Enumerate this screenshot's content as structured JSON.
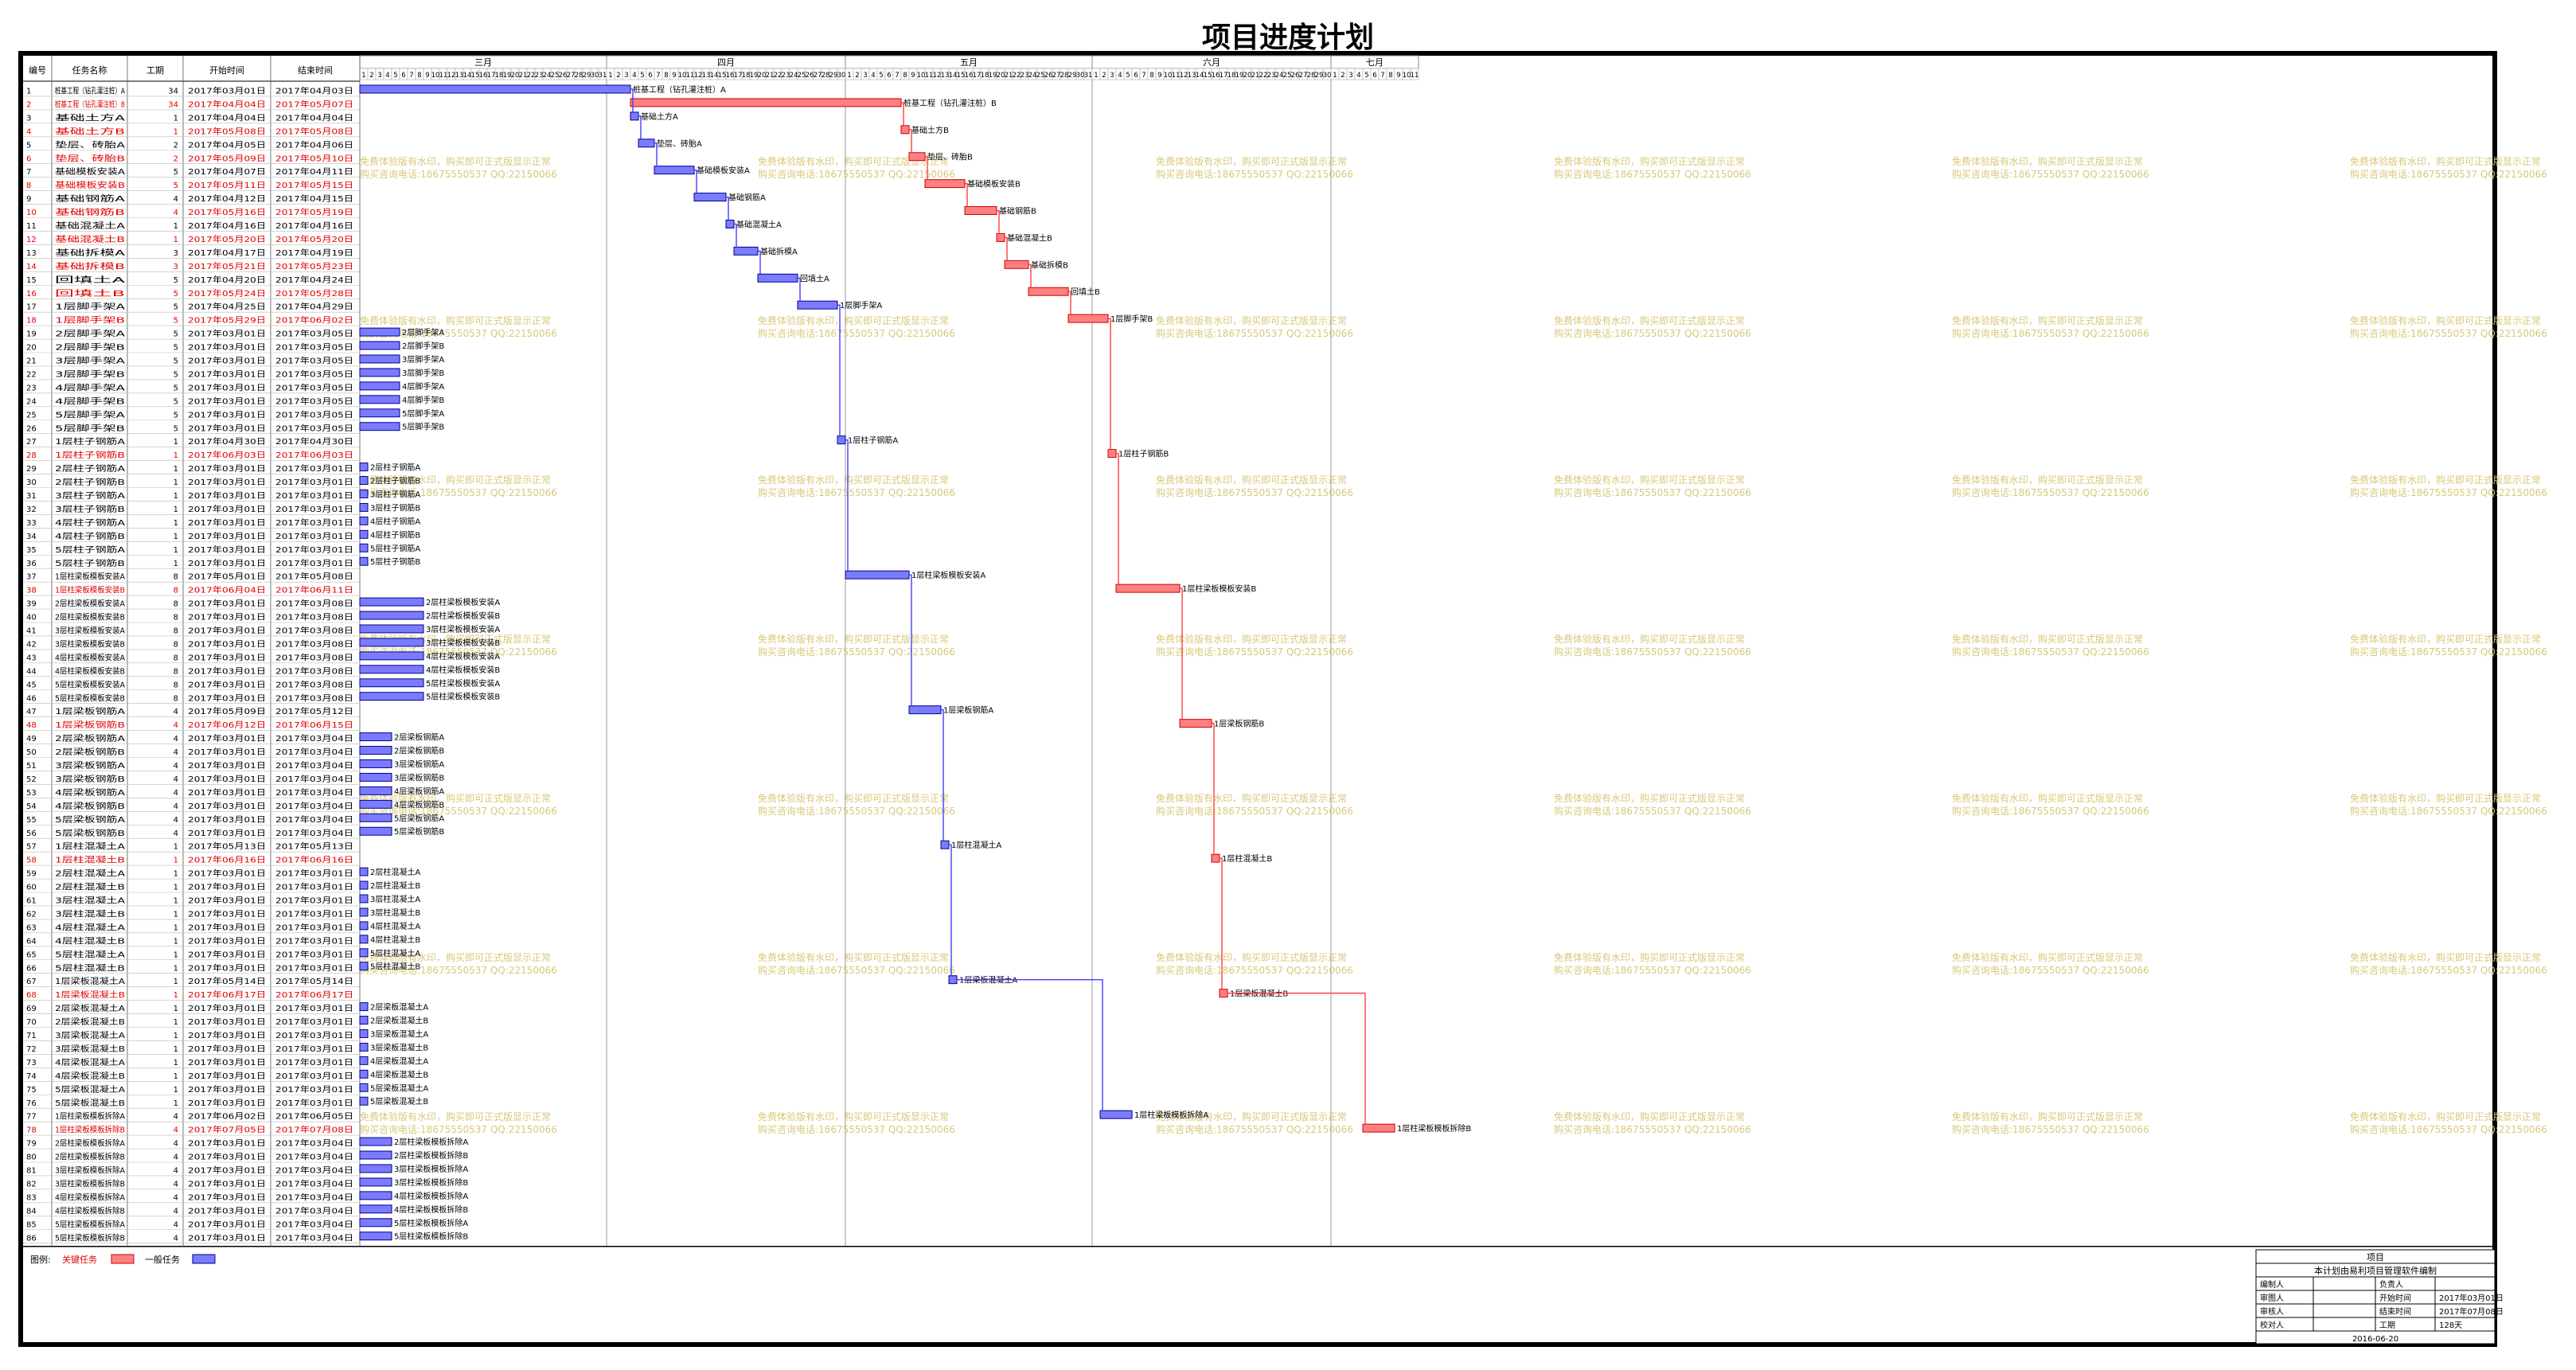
{
  "title": "项目进度计划",
  "columns": [
    "编号",
    "任务名称",
    "工期",
    "开始时间",
    "结束时间"
  ],
  "months": [
    {
      "label": "三月",
      "days": 31
    },
    {
      "label": "四月",
      "days": 30
    },
    {
      "label": "五月",
      "days": 31
    },
    {
      "label": "六月",
      "days": 30
    },
    {
      "label": "七月",
      "days": 11
    }
  ],
  "colors": {
    "critical": "#ff8080",
    "normal": "#7b7bff",
    "critical_text": "#e00000",
    "link_critical": "#ff4040",
    "link_normal": "#4040ff",
    "watermark": "#d9c87a",
    "grid": "#999999"
  },
  "watermark": {
    "line1": "免费体验版有水印，购买即可正式版显示正常",
    "line2": "购买咨询电话:18675550537 QQ:22150066"
  },
  "legend": {
    "label": "图例:",
    "critical": "关键任务",
    "normal": "一般任务"
  },
  "info": {
    "header": "项目",
    "subtitle": "本计划由易利项目管理软件编制",
    "rows": [
      [
        "编制人",
        "",
        "负责人",
        ""
      ],
      [
        "审图人",
        "",
        "开始时间",
        "2017年03月01日"
      ],
      [
        "审核人",
        "",
        "结束时间",
        "2017年07月08日"
      ],
      [
        "校对人",
        "",
        "工期",
        "128天"
      ]
    ],
    "date": "2016-06-20"
  },
  "chart_data": {
    "type": "gantt",
    "title": "项目进度计划",
    "x_range": [
      "2017-03-01",
      "2017-07-11"
    ],
    "tasks": [
      {
        "id": 1,
        "name": "桩基工程（钻孔灌注桩）A",
        "dur": 34,
        "start": "2017年03月01日",
        "end": "2017年04月03日",
        "crit": false
      },
      {
        "id": 2,
        "name": "桩基工程（钻孔灌注桩）B",
        "dur": 34,
        "start": "2017年04月04日",
        "end": "2017年05月07日",
        "crit": true
      },
      {
        "id": 3,
        "name": "基础土方A",
        "dur": 1,
        "start": "2017年04月04日",
        "end": "2017年04月04日",
        "crit": false
      },
      {
        "id": 4,
        "name": "基础土方B",
        "dur": 1,
        "start": "2017年05月08日",
        "end": "2017年05月08日",
        "crit": true
      },
      {
        "id": 5,
        "name": "垫层、砖胎A",
        "dur": 2,
        "start": "2017年04月05日",
        "end": "2017年04月06日",
        "crit": false
      },
      {
        "id": 6,
        "name": "垫层、砖胎B",
        "dur": 2,
        "start": "2017年05月09日",
        "end": "2017年05月10日",
        "crit": true
      },
      {
        "id": 7,
        "name": "基础模板安装A",
        "dur": 5,
        "start": "2017年04月07日",
        "end": "2017年04月11日",
        "crit": false
      },
      {
        "id": 8,
        "name": "基础模板安装B",
        "dur": 5,
        "start": "2017年05月11日",
        "end": "2017年05月15日",
        "crit": true
      },
      {
        "id": 9,
        "name": "基础钢筋A",
        "dur": 4,
        "start": "2017年04月12日",
        "end": "2017年04月15日",
        "crit": false
      },
      {
        "id": 10,
        "name": "基础钢筋B",
        "dur": 4,
        "start": "2017年05月16日",
        "end": "2017年05月19日",
        "crit": true
      },
      {
        "id": 11,
        "name": "基础混凝土A",
        "dur": 1,
        "start": "2017年04月16日",
        "end": "2017年04月16日",
        "crit": false
      },
      {
        "id": 12,
        "name": "基础混凝土B",
        "dur": 1,
        "start": "2017年05月20日",
        "end": "2017年05月20日",
        "crit": true
      },
      {
        "id": 13,
        "name": "基础拆模A",
        "dur": 3,
        "start": "2017年04月17日",
        "end": "2017年04月19日",
        "crit": false
      },
      {
        "id": 14,
        "name": "基础拆模B",
        "dur": 3,
        "start": "2017年05月21日",
        "end": "2017年05月23日",
        "crit": true
      },
      {
        "id": 15,
        "name": "回填土A",
        "dur": 5,
        "start": "2017年04月20日",
        "end": "2017年04月24日",
        "crit": false
      },
      {
        "id": 16,
        "name": "回填土B",
        "dur": 5,
        "start": "2017年05月24日",
        "end": "2017年05月28日",
        "crit": true
      },
      {
        "id": 17,
        "name": "1层脚手架A",
        "dur": 5,
        "start": "2017年04月25日",
        "end": "2017年04月29日",
        "crit": false
      },
      {
        "id": 18,
        "name": "1层脚手架B",
        "dur": 5,
        "start": "2017年05月29日",
        "end": "2017年06月02日",
        "crit": true
      },
      {
        "id": 19,
        "name": "2层脚手架A",
        "dur": 5,
        "start": "2017年03月01日",
        "end": "2017年03月05日",
        "crit": false
      },
      {
        "id": 20,
        "name": "2层脚手架B",
        "dur": 5,
        "start": "2017年03月01日",
        "end": "2017年03月05日",
        "crit": false
      },
      {
        "id": 21,
        "name": "3层脚手架A",
        "dur": 5,
        "start": "2017年03月01日",
        "end": "2017年03月05日",
        "crit": false
      },
      {
        "id": 22,
        "name": "3层脚手架B",
        "dur": 5,
        "start": "2017年03月01日",
        "end": "2017年03月05日",
        "crit": false
      },
      {
        "id": 23,
        "name": "4层脚手架A",
        "dur": 5,
        "start": "2017年03月01日",
        "end": "2017年03月05日",
        "crit": false
      },
      {
        "id": 24,
        "name": "4层脚手架B",
        "dur": 5,
        "start": "2017年03月01日",
        "end": "2017年03月05日",
        "crit": false
      },
      {
        "id": 25,
        "name": "5层脚手架A",
        "dur": 5,
        "start": "2017年03月01日",
        "end": "2017年03月05日",
        "crit": false
      },
      {
        "id": 26,
        "name": "5层脚手架B",
        "dur": 5,
        "start": "2017年03月01日",
        "end": "2017年03月05日",
        "crit": false
      },
      {
        "id": 27,
        "name": "1层柱子钢筋A",
        "dur": 1,
        "start": "2017年04月30日",
        "end": "2017年04月30日",
        "crit": false
      },
      {
        "id": 28,
        "name": "1层柱子钢筋B",
        "dur": 1,
        "start": "2017年06月03日",
        "end": "2017年06月03日",
        "crit": true
      },
      {
        "id": 29,
        "name": "2层柱子钢筋A",
        "dur": 1,
        "start": "2017年03月01日",
        "end": "2017年03月01日",
        "crit": false
      },
      {
        "id": 30,
        "name": "2层柱子钢筋B",
        "dur": 1,
        "start": "2017年03月01日",
        "end": "2017年03月01日",
        "crit": false
      },
      {
        "id": 31,
        "name": "3层柱子钢筋A",
        "dur": 1,
        "start": "2017年03月01日",
        "end": "2017年03月01日",
        "crit": false
      },
      {
        "id": 32,
        "name": "3层柱子钢筋B",
        "dur": 1,
        "start": "2017年03月01日",
        "end": "2017年03月01日",
        "crit": false
      },
      {
        "id": 33,
        "name": "4层柱子钢筋A",
        "dur": 1,
        "start": "2017年03月01日",
        "end": "2017年03月01日",
        "crit": false
      },
      {
        "id": 34,
        "name": "4层柱子钢筋B",
        "dur": 1,
        "start": "2017年03月01日",
        "end": "2017年03月01日",
        "crit": false
      },
      {
        "id": 35,
        "name": "5层柱子钢筋A",
        "dur": 1,
        "start": "2017年03月01日",
        "end": "2017年03月01日",
        "crit": false
      },
      {
        "id": 36,
        "name": "5层柱子钢筋B",
        "dur": 1,
        "start": "2017年03月01日",
        "end": "2017年03月01日",
        "crit": false
      },
      {
        "id": 37,
        "name": "1层柱梁板模板安装A",
        "dur": 8,
        "start": "2017年05月01日",
        "end": "2017年05月08日",
        "crit": false
      },
      {
        "id": 38,
        "name": "1层柱梁板模板安装B",
        "dur": 8,
        "start": "2017年06月04日",
        "end": "2017年06月11日",
        "crit": true
      },
      {
        "id": 39,
        "name": "2层柱梁板模板安装A",
        "dur": 8,
        "start": "2017年03月01日",
        "end": "2017年03月08日",
        "crit": false
      },
      {
        "id": 40,
        "name": "2层柱梁板模板安装B",
        "dur": 8,
        "start": "2017年03月01日",
        "end": "2017年03月08日",
        "crit": false
      },
      {
        "id": 41,
        "name": "3层柱梁板模板安装A",
        "dur": 8,
        "start": "2017年03月01日",
        "end": "2017年03月08日",
        "crit": false
      },
      {
        "id": 42,
        "name": "3层柱梁板模板安装B",
        "dur": 8,
        "start": "2017年03月01日",
        "end": "2017年03月08日",
        "crit": false
      },
      {
        "id": 43,
        "name": "4层柱梁板模板安装A",
        "dur": 8,
        "start": "2017年03月01日",
        "end": "2017年03月08日",
        "crit": false
      },
      {
        "id": 44,
        "name": "4层柱梁板模板安装B",
        "dur": 8,
        "start": "2017年03月01日",
        "end": "2017年03月08日",
        "crit": false
      },
      {
        "id": 45,
        "name": "5层柱梁板模板安装A",
        "dur": 8,
        "start": "2017年03月01日",
        "end": "2017年03月08日",
        "crit": false
      },
      {
        "id": 46,
        "name": "5层柱梁板模板安装B",
        "dur": 8,
        "start": "2017年03月01日",
        "end": "2017年03月08日",
        "crit": false
      },
      {
        "id": 47,
        "name": "1层梁板钢筋A",
        "dur": 4,
        "start": "2017年05月09日",
        "end": "2017年05月12日",
        "crit": false
      },
      {
        "id": 48,
        "name": "1层梁板钢筋B",
        "dur": 4,
        "start": "2017年06月12日",
        "end": "2017年06月15日",
        "crit": true
      },
      {
        "id": 49,
        "name": "2层梁板钢筋A",
        "dur": 4,
        "start": "2017年03月01日",
        "end": "2017年03月04日",
        "crit": false
      },
      {
        "id": 50,
        "name": "2层梁板钢筋B",
        "dur": 4,
        "start": "2017年03月01日",
        "end": "2017年03月04日",
        "crit": false
      },
      {
        "id": 51,
        "name": "3层梁板钢筋A",
        "dur": 4,
        "start": "2017年03月01日",
        "end": "2017年03月04日",
        "crit": false
      },
      {
        "id": 52,
        "name": "3层梁板钢筋B",
        "dur": 4,
        "start": "2017年03月01日",
        "end": "2017年03月04日",
        "crit": false
      },
      {
        "id": 53,
        "name": "4层梁板钢筋A",
        "dur": 4,
        "start": "2017年03月01日",
        "end": "2017年03月04日",
        "crit": false
      },
      {
        "id": 54,
        "name": "4层梁板钢筋B",
        "dur": 4,
        "start": "2017年03月01日",
        "end": "2017年03月04日",
        "crit": false
      },
      {
        "id": 55,
        "name": "5层梁板钢筋A",
        "dur": 4,
        "start": "2017年03月01日",
        "end": "2017年03月04日",
        "crit": false
      },
      {
        "id": 56,
        "name": "5层梁板钢筋B",
        "dur": 4,
        "start": "2017年03月01日",
        "end": "2017年03月04日",
        "crit": false
      },
      {
        "id": 57,
        "name": "1层柱混凝土A",
        "dur": 1,
        "start": "2017年05月13日",
        "end": "2017年05月13日",
        "crit": false
      },
      {
        "id": 58,
        "name": "1层柱混凝土B",
        "dur": 1,
        "start": "2017年06月16日",
        "end": "2017年06月16日",
        "crit": true
      },
      {
        "id": 59,
        "name": "2层柱混凝土A",
        "dur": 1,
        "start": "2017年03月01日",
        "end": "2017年03月01日",
        "crit": false
      },
      {
        "id": 60,
        "name": "2层柱混凝土B",
        "dur": 1,
        "start": "2017年03月01日",
        "end": "2017年03月01日",
        "crit": false
      },
      {
        "id": 61,
        "name": "3层柱混凝土A",
        "dur": 1,
        "start": "2017年03月01日",
        "end": "2017年03月01日",
        "crit": false
      },
      {
        "id": 62,
        "name": "3层柱混凝土B",
        "dur": 1,
        "start": "2017年03月01日",
        "end": "2017年03月01日",
        "crit": false
      },
      {
        "id": 63,
        "name": "4层柱混凝土A",
        "dur": 1,
        "start": "2017年03月01日",
        "end": "2017年03月01日",
        "crit": false
      },
      {
        "id": 64,
        "name": "4层柱混凝土B",
        "dur": 1,
        "start": "2017年03月01日",
        "end": "2017年03月01日",
        "crit": false
      },
      {
        "id": 65,
        "name": "5层柱混凝土A",
        "dur": 1,
        "start": "2017年03月01日",
        "end": "2017年03月01日",
        "crit": false
      },
      {
        "id": 66,
        "name": "5层柱混凝土B",
        "dur": 1,
        "start": "2017年03月01日",
        "end": "2017年03月01日",
        "crit": false
      },
      {
        "id": 67,
        "name": "1层梁板混凝土A",
        "dur": 1,
        "start": "2017年05月14日",
        "end": "2017年05月14日",
        "crit": false
      },
      {
        "id": 68,
        "name": "1层梁板混凝土B",
        "dur": 1,
        "start": "2017年06月17日",
        "end": "2017年06月17日",
        "crit": true
      },
      {
        "id": 69,
        "name": "2层梁板混凝土A",
        "dur": 1,
        "start": "2017年03月01日",
        "end": "2017年03月01日",
        "crit": false
      },
      {
        "id": 70,
        "name": "2层梁板混凝土B",
        "dur": 1,
        "start": "2017年03月01日",
        "end": "2017年03月01日",
        "crit": false
      },
      {
        "id": 71,
        "name": "3层梁板混凝土A",
        "dur": 1,
        "start": "2017年03月01日",
        "end": "2017年03月01日",
        "crit": false
      },
      {
        "id": 72,
        "name": "3层梁板混凝土B",
        "dur": 1,
        "start": "2017年03月01日",
        "end": "2017年03月01日",
        "crit": false
      },
      {
        "id": 73,
        "name": "4层梁板混凝土A",
        "dur": 1,
        "start": "2017年03月01日",
        "end": "2017年03月01日",
        "crit": false
      },
      {
        "id": 74,
        "name": "4层梁板混凝土B",
        "dur": 1,
        "start": "2017年03月01日",
        "end": "2017年03月01日",
        "crit": false
      },
      {
        "id": 75,
        "name": "5层梁板混凝土A",
        "dur": 1,
        "start": "2017年03月01日",
        "end": "2017年03月01日",
        "crit": false
      },
      {
        "id": 76,
        "name": "5层梁板混凝土B",
        "dur": 1,
        "start": "2017年03月01日",
        "end": "2017年03月01日",
        "crit": false
      },
      {
        "id": 77,
        "name": "1层柱梁板模板拆除A",
        "dur": 4,
        "start": "2017年06月02日",
        "end": "2017年06月05日",
        "crit": false
      },
      {
        "id": 78,
        "name": "1层柱梁板模板拆除B",
        "dur": 4,
        "start": "2017年07月05日",
        "end": "2017年07月08日",
        "crit": true
      },
      {
        "id": 79,
        "name": "2层柱梁板模板拆除A",
        "dur": 4,
        "start": "2017年03月01日",
        "end": "2017年03月04日",
        "crit": false
      },
      {
        "id": 80,
        "name": "2层柱梁板模板拆除B",
        "dur": 4,
        "start": "2017年03月01日",
        "end": "2017年03月04日",
        "crit": false
      },
      {
        "id": 81,
        "name": "3层柱梁板模板拆除A",
        "dur": 4,
        "start": "2017年03月01日",
        "end": "2017年03月04日",
        "crit": false
      },
      {
        "id": 82,
        "name": "3层柱梁板模板拆除B",
        "dur": 4,
        "start": "2017年03月01日",
        "end": "2017年03月04日",
        "crit": false
      },
      {
        "id": 83,
        "name": "4层柱梁板模板拆除A",
        "dur": 4,
        "start": "2017年03月01日",
        "end": "2017年03月04日",
        "crit": false
      },
      {
        "id": 84,
        "name": "4层柱梁板模板拆除B",
        "dur": 4,
        "start": "2017年03月01日",
        "end": "2017年03月04日",
        "crit": false
      },
      {
        "id": 85,
        "name": "5层柱梁板模板拆除A",
        "dur": 4,
        "start": "2017年03月01日",
        "end": "2017年03月04日",
        "crit": false
      },
      {
        "id": 86,
        "name": "5层柱梁板模板拆除B",
        "dur": 4,
        "start": "2017年03月01日",
        "end": "2017年03月04日",
        "crit": false
      }
    ]
  }
}
